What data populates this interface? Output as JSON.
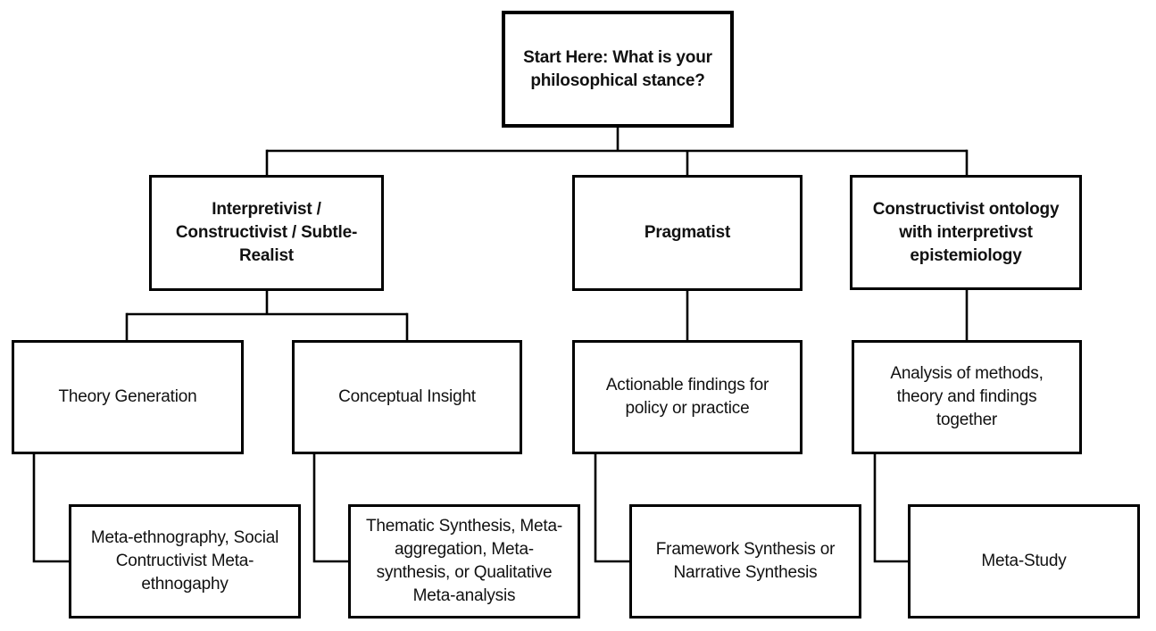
{
  "diagram": {
    "background_color": "#ffffff",
    "line_color": "#000000",
    "text_color": "#111111",
    "nodes": {
      "start": {
        "label": [
          "Start Here: What is your",
          "philosophical stance?"
        ],
        "emphasis": "bold",
        "level": 1
      },
      "interpretivist": {
        "label": [
          "Interpretivist /",
          "Constructivist / Subtle-",
          "Realist"
        ],
        "emphasis": "bold",
        "level": 2
      },
      "pragmatist": {
        "label": [
          "Pragmatist"
        ],
        "emphasis": "bold",
        "level": 2
      },
      "constructivist_ontology": {
        "label": [
          "Constructivist ontology",
          "with interpretivst",
          "epistemiology"
        ],
        "emphasis": "bold",
        "level": 2
      },
      "theory_generation": {
        "label": [
          "Theory Generation"
        ],
        "emphasis": "regular",
        "level": 3
      },
      "conceptual_insight": {
        "label": [
          "Conceptual Insight"
        ],
        "emphasis": "regular",
        "level": 3
      },
      "actionable_findings": {
        "label": [
          "Actionable findings for",
          "policy or practice"
        ],
        "emphasis": "regular",
        "level": 3
      },
      "analysis_of_methods": {
        "label": [
          "Analysis of methods,",
          "theory and findings",
          "together"
        ],
        "emphasis": "regular",
        "level": 3
      },
      "meta_ethnography": {
        "label": [
          "Meta-ethnography, Social",
          "Contructivist Meta-",
          "ethnogaphy"
        ],
        "emphasis": "regular",
        "level": 4
      },
      "thematic_synthesis": {
        "label": [
          "Thematic Synthesis, Meta-",
          "aggregation, Meta-",
          "synthesis, or Qualitative",
          "Meta-analysis"
        ],
        "emphasis": "regular",
        "level": 4
      },
      "framework_synthesis": {
        "label": [
          "Framework Synthesis or",
          "Narrative Synthesis"
        ],
        "emphasis": "regular",
        "level": 4
      },
      "meta_study": {
        "label": [
          "Meta-Study"
        ],
        "emphasis": "regular",
        "level": 4
      }
    },
    "edges": [
      {
        "from": "start",
        "to": "interpretivist"
      },
      {
        "from": "start",
        "to": "pragmatist"
      },
      {
        "from": "start",
        "to": "constructivist_ontology"
      },
      {
        "from": "interpretivist",
        "to": "theory_generation"
      },
      {
        "from": "interpretivist",
        "to": "conceptual_insight"
      },
      {
        "from": "pragmatist",
        "to": "actionable_findings"
      },
      {
        "from": "constructivist_ontology",
        "to": "analysis_of_methods"
      },
      {
        "from": "theory_generation",
        "to": "meta_ethnography"
      },
      {
        "from": "conceptual_insight",
        "to": "thematic_synthesis"
      },
      {
        "from": "actionable_findings",
        "to": "framework_synthesis"
      },
      {
        "from": "analysis_of_methods",
        "to": "meta_study"
      }
    ]
  }
}
